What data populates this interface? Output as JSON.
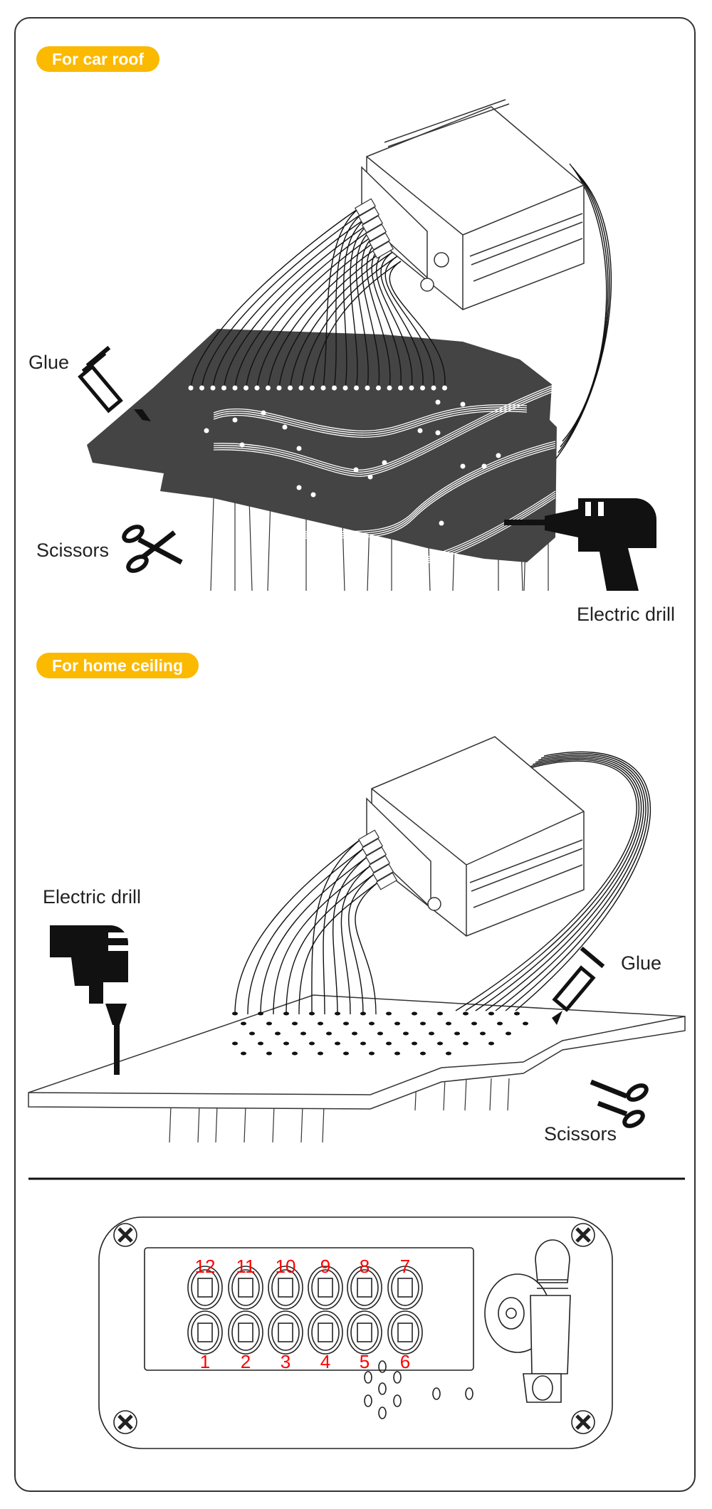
{
  "sections": [
    {
      "title": "For car roof",
      "labels": {
        "glue": "Glue",
        "scissors": "Scissors",
        "drill": "Electric drill"
      }
    },
    {
      "title": "For home ceiling",
      "labels": {
        "glue": "Glue",
        "scissors": "Scissors",
        "drill": "Electric drill"
      }
    }
  ],
  "controller": {
    "top_ports": [
      "12",
      "11",
      "10",
      "9",
      "8",
      "7"
    ],
    "bottom_ports": [
      "1",
      "2",
      "3",
      "4",
      "5",
      "6"
    ],
    "port_label_color": "#ff0000"
  },
  "colors": {
    "accent": "#fbb900",
    "panel": "#444444"
  }
}
